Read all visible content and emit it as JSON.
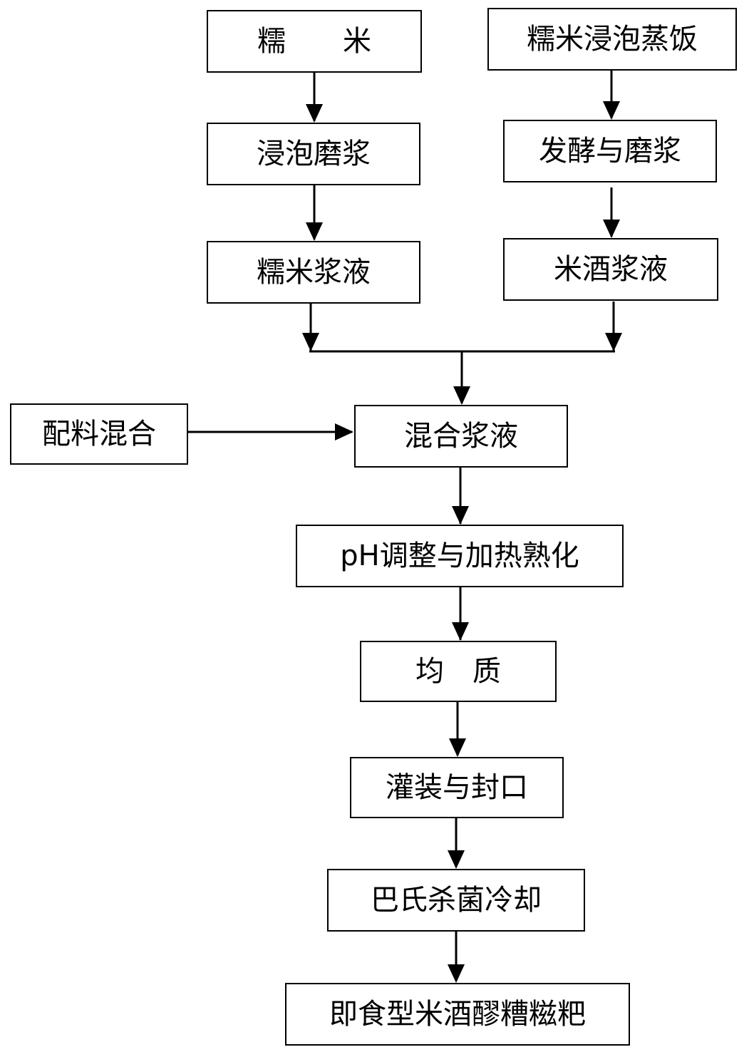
{
  "flowchart": {
    "nodes": {
      "glutinous_rice": "糯　　米",
      "soak_grind": "浸泡磨浆",
      "glutinous_rice_slurry": "糯米浆液",
      "soak_steam_rice": "糯米浸泡蒸饭",
      "ferment_grind": "发酵与磨浆",
      "rice_wine_slurry": "米酒浆液",
      "ingredient_mixing": "配料混合",
      "mixed_slurry": "混合浆液",
      "ph_adjust_cook": "pH调整与加热熟化",
      "homogenize": "均　质",
      "fill_seal": "灌装与封口",
      "pasteurize_cool": "巴氏杀菌冷却",
      "final_product": "即食型米酒醪糟糍粑"
    }
  }
}
